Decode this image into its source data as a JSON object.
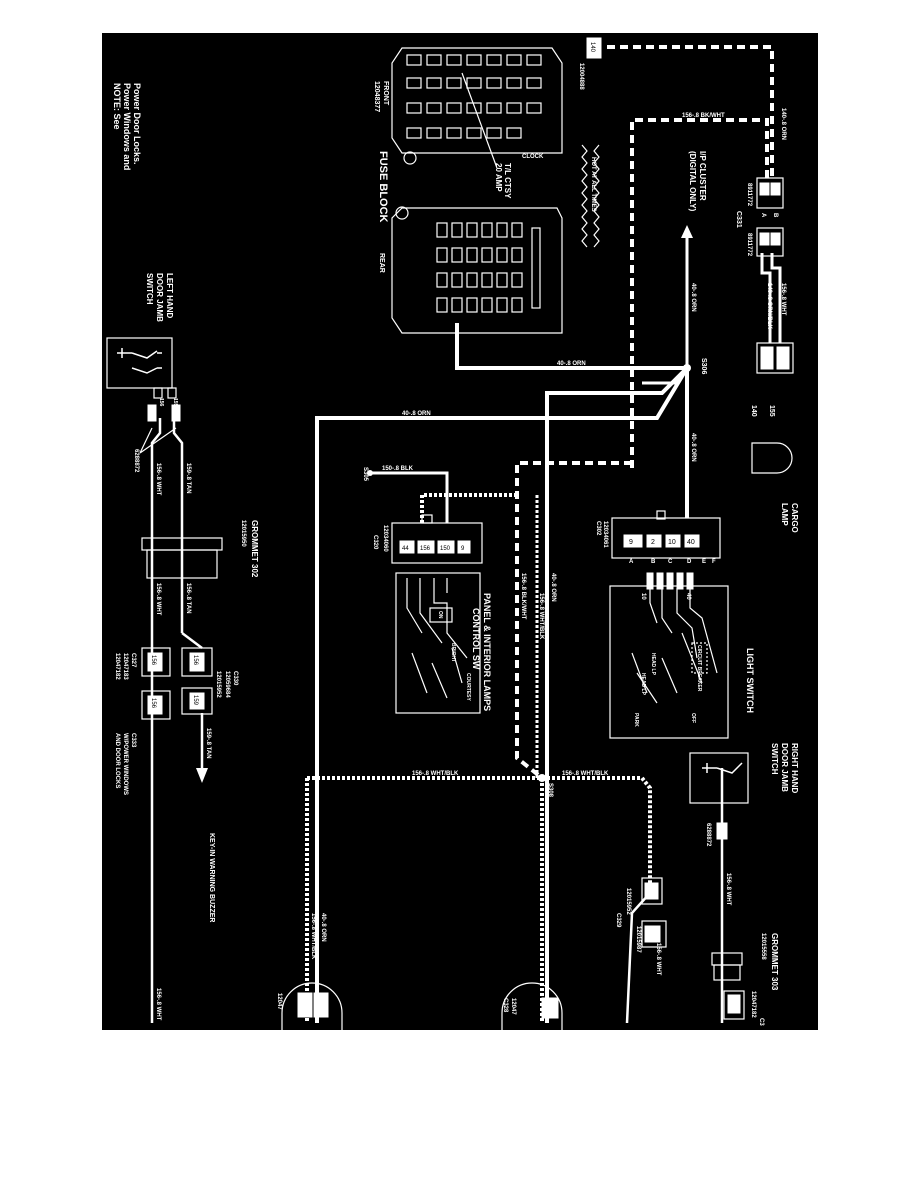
{
  "note": {
    "line1": "NOTE: See",
    "line2": "Power Windows and",
    "line3": "Power Door Locks."
  },
  "fuse_block": {
    "title": "FUSE BLOCK",
    "front_label": "FRONT",
    "front_part": "12048377",
    "rear_label": "REAR",
    "fuse_label_1": "T/L CTSY",
    "fuse_label_2": "20 AMP",
    "hot_label": "HOT AT ALL TIMES",
    "clock_label": "CLOCK"
  },
  "connectors": {
    "c331": "C331",
    "p8911772a": "8911772",
    "p8911772b": "8911772",
    "p12004888": "12004888",
    "c302": "C302",
    "p12034061": "12034061",
    "c320": "C320",
    "p12034060": "12034060",
    "s306": "S306",
    "s308": "S308",
    "s305": "S305",
    "c330": "C330",
    "p12015952": "12015952",
    "p12059684": "12059684",
    "p6288872a": "6288872",
    "p6288872b": "6288872",
    "c327": "C327",
    "p12047182": "12047182",
    "p12047183": "12047183",
    "c333": "C333",
    "c329": "C329",
    "p12015952b": "12015952",
    "p12015987": "12015987",
    "c328": "C328",
    "p12047b": "12047",
    "p12047c": "12047",
    "p12047182b": "12047182",
    "c_edge": "C3"
  },
  "components": {
    "cluster_1": "I/P CLUSTER",
    "cluster_2": "(DIGITAL ONLY)",
    "cargo_1": "CARGO",
    "cargo_2": "LAMP",
    "light_switch": "LIGHT SWITCH",
    "panel_sw_1": "PANEL & INTERIOR LAMPS",
    "panel_sw_2": "CONTROL SW",
    "bright": "BRIGHT",
    "courtesy": "COURTESY",
    "on": "ON",
    "off": "OFF",
    "park": "PARK",
    "head_lp": "HEAD LP",
    "circuit_breaker": "CIRCUIT BREAKER",
    "left_door_1": "LEFT HAND",
    "left_door_2": "DOOR JAMB",
    "left_door_3": "SWITCH",
    "right_door_1": "RIGHT HAND",
    "right_door_2": "DOOR JAMB",
    "right_door_3": "SWITCH",
    "grommet_302": "GROMMET 302",
    "grommet_302_part": "12015950",
    "grommet_303": "GROMMET 303",
    "grommet_303_part": "12015558",
    "key_buzzer": "KEY-IN WARNING BUZZER",
    "power_windows_1": "W/POWER WINDOWS",
    "power_windows_2": "AND DOOR LOCKS"
  },
  "wires": {
    "w1": "140-.8 ORN",
    "w2": "156-.8 BK/WHT",
    "w3": "156-.8 WHT",
    "w4": "140-.8 ORN/BLK",
    "w5": "40-.8 ORN",
    "w6": "40-.8 ORN",
    "w7": "40-.8 ORN",
    "w8": "40-.8 ORN",
    "w9": "150-.8 BLK",
    "w10": "156-.8 BLK/WHT",
    "w11": "156-.8 WHT/BLK",
    "w12": "40-.8 ORN",
    "w13": "156-.8 WHT/BLK",
    "w14": "156-.8 WHT/BLK",
    "w15": "159-.8 TAN",
    "w16": "156-.8 WHT",
    "w17": "156-.8 WHT",
    "w18": "156-.8 TAN",
    "w19": "159-.8 TAN",
    "w20": "156-.8 WHT",
    "w21": "40-.8 ORN",
    "w22": "156-.8 WHT/BLK",
    "w23": "156-.8 WHT",
    "w24": "156-.8 WHT"
  },
  "pins": {
    "p140": "140",
    "p155": "155",
    "p156": "156",
    "p40": "40",
    "p44": "44",
    "p150": "150",
    "p9": "9",
    "p2": "2",
    "p10": "10",
    "p159": "159",
    "A": "A",
    "B": "B",
    "C": "C",
    "D": "D",
    "E": "E",
    "F": "F"
  }
}
